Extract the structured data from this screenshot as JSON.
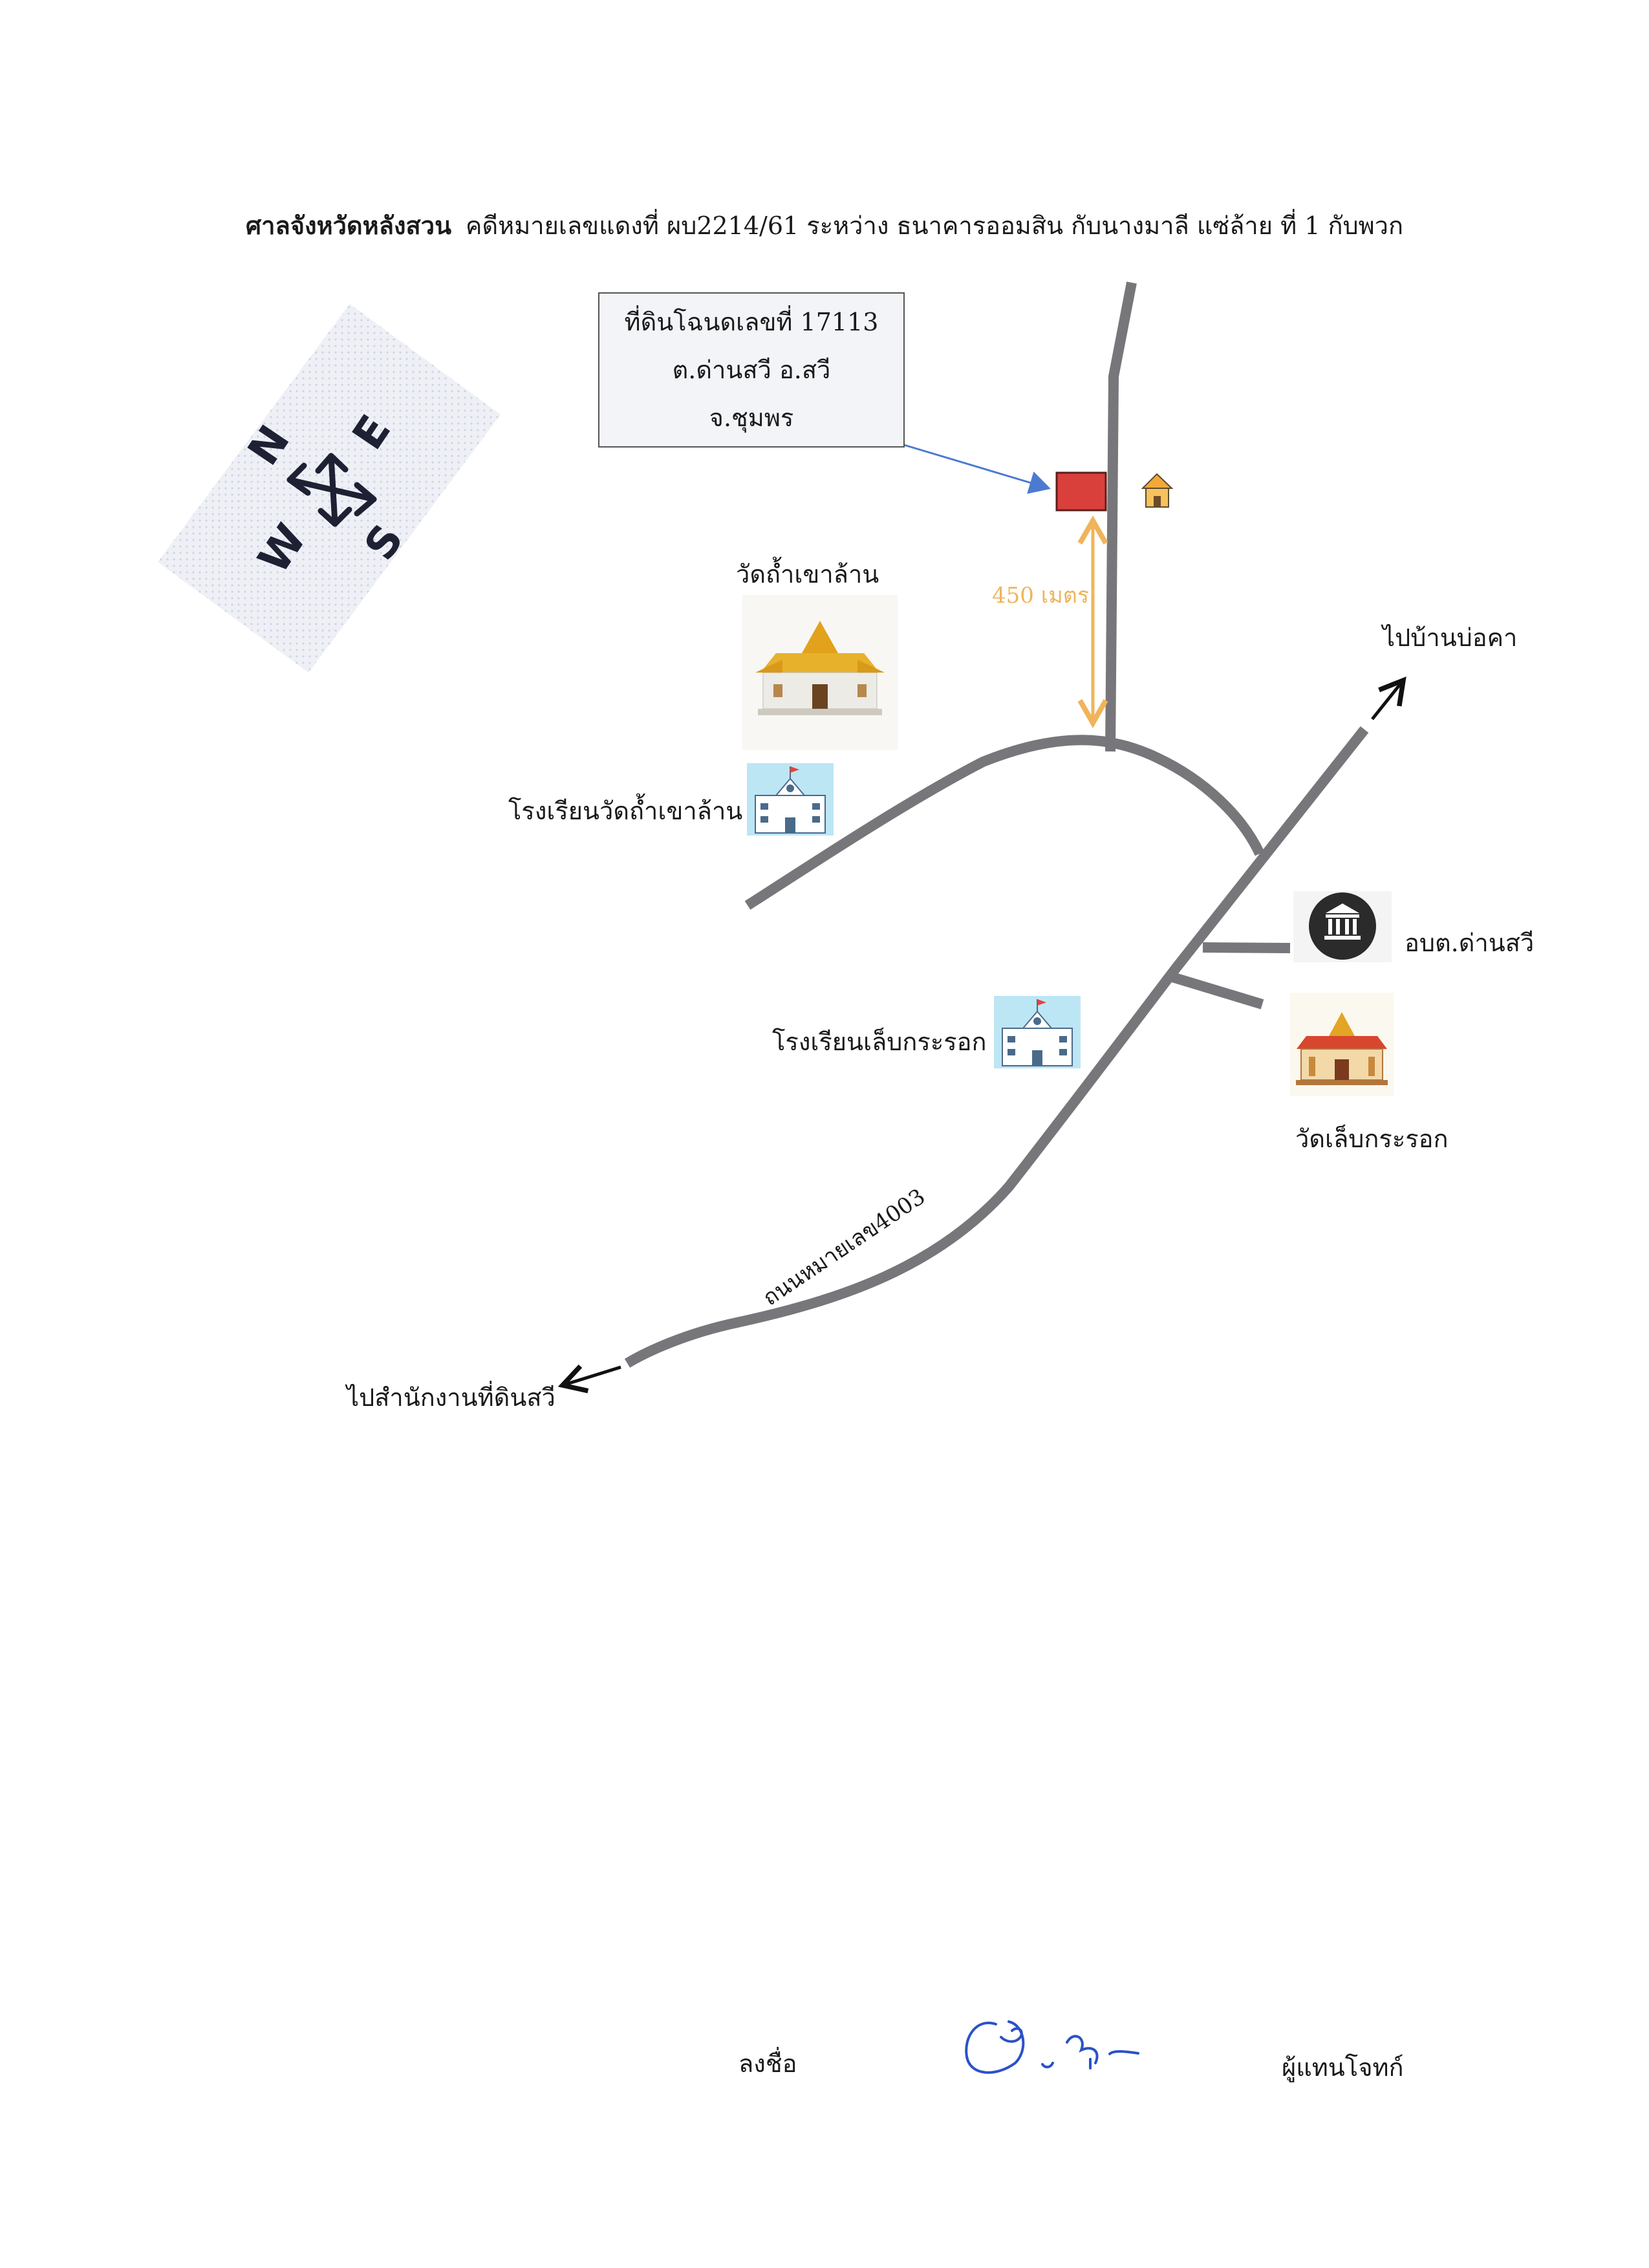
{
  "header": {
    "court": "ศาลจังหวัดหลังสวน",
    "case": "คดีหมายเลขแดงที่ ผบ2214/61 ระหว่าง ธนาคารออมสิน  กับนางมาลี  แซ่ล้าย ที่ 1 กับพวก"
  },
  "parcel": {
    "line1": "ที่ดินโฉนดเลขที่ 17113",
    "line2": "ต.ด่านสวี อ.สวี",
    "line3": "จ.ชุมพร"
  },
  "compass": {
    "n": "N",
    "e": "E",
    "s": "S",
    "w": "W"
  },
  "distance_label": "450 เมตร",
  "places": {
    "temple_khao_lan": "วัดถ้ำเขาล้าน",
    "school_khao_lan": "โรงเรียนวัดถ้ำเขาล้าน",
    "to_ban_bo_kha": "ไปบ้านบ่อคา",
    "tambon_office": "อบต.ด่านสวี",
    "school_lep_krarok": "โรงเรียนเล็บกระรอก",
    "temple_lep_krarok": "วัดเล็บกระรอก",
    "road_label": "ถนนหมายเลข4003",
    "to_land_office": "ไปสำนักงานที่ดินสวี"
  },
  "signature": {
    "sign_label": "ลงชื่อ",
    "role": "ผู้แทนโจทก์"
  },
  "icons": {
    "house": "house-icon",
    "temple": "temple-icon",
    "school": "school-icon",
    "government": "government-building-icon"
  },
  "colors": {
    "road": "#77777b",
    "parcel": "#d9403c",
    "pointer": "#4b7bd0",
    "distance": "#f0b45a",
    "signature_ink": "#2a52c8"
  }
}
